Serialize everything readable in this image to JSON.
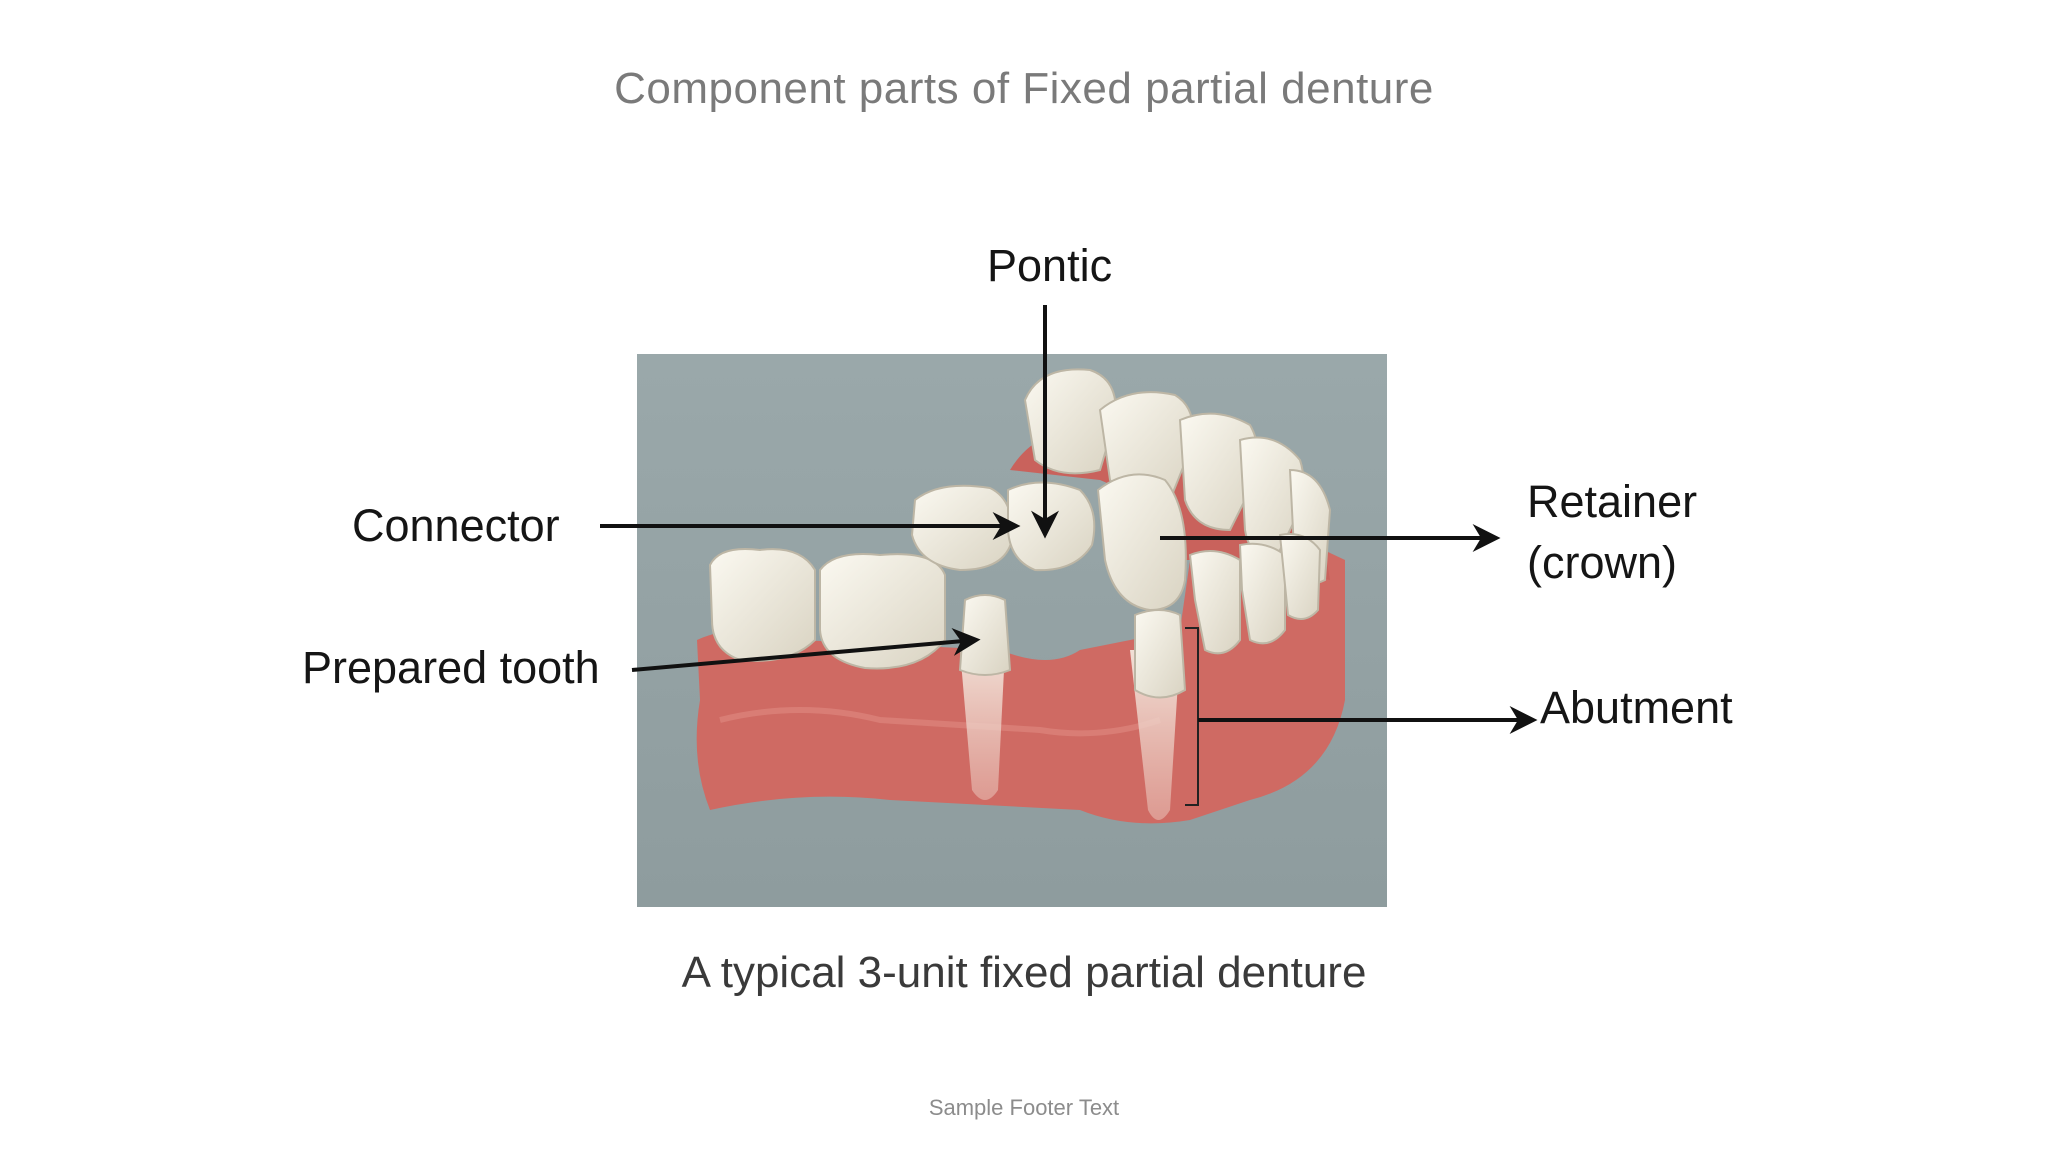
{
  "slide": {
    "title": "Component parts  of Fixed partial denture",
    "caption": "A typical 3-unit fixed partial denture",
    "footer": "Sample Footer Text"
  },
  "labels": {
    "pontic": "Pontic",
    "connector": "Connector",
    "prepared_tooth": "Prepared tooth",
    "retainer_line1": "Retainer",
    "retainer_line2": "(crown)",
    "abutment": "Abutment"
  },
  "colors": {
    "background": "#ffffff",
    "photo_backdrop": "#97a5a6",
    "gum": "#cf6a63",
    "tooth": "#eeeadc",
    "arrow": "#111111"
  }
}
